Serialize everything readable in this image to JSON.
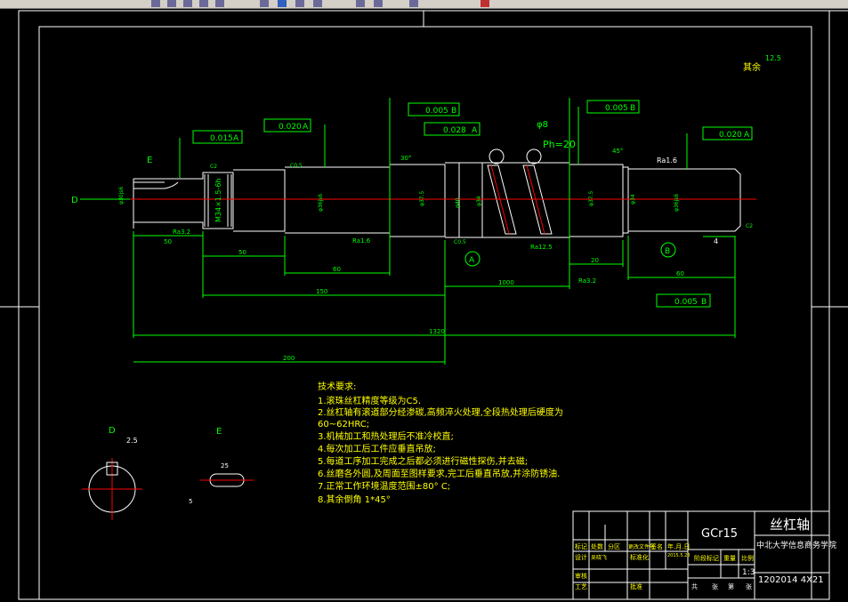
{
  "drawing": {
    "other_finish": "其余",
    "other_finish_value": "12.5",
    "tolerances": [
      {
        "id": "t1",
        "value": "0.015",
        "datum": "A"
      },
      {
        "id": "t2",
        "value": "0.020",
        "datum": "A"
      },
      {
        "id": "t3",
        "value": "0.005",
        "datum": "B"
      },
      {
        "id": "t4",
        "value": "0.028",
        "datum": "A"
      },
      {
        "id": "t5",
        "value": "0.005",
        "datum": "B"
      },
      {
        "id": "t6",
        "value": "0.020",
        "datum": "A"
      },
      {
        "id": "t7",
        "value": "0.005",
        "datum": "B"
      }
    ],
    "pitch": "Ph=20",
    "ball": "φ8",
    "labels": {
      "D_arrow": "D",
      "E_mark": "E",
      "datum_A": "A",
      "datum_B": "B",
      "Ra_right": "Ra1.6",
      "c2": "C2",
      "c05": "C0.5",
      "c05b": "C0.5",
      "c2b": "C2",
      "ra32": "Ra3.2",
      "ra16": "Ra1.6",
      "ra125": "Ra12.5",
      "ra32b": "Ra3.2",
      "dia1": "φ30js6",
      "dia2": "M34×1.5-6h",
      "dia3": "φ36js6",
      "dia4": "φ37.5",
      "dia5": "φ40",
      "dia6": "φ34",
      "dia7": "φ37.5",
      "dia8": "φ34",
      "dia9": "φ36js6",
      "ang1": "30°",
      "ang2": "45°"
    },
    "dims": {
      "d50a": "50",
      "d50b": "50",
      "d60a": "60",
      "d150": "150",
      "d1000": "1000",
      "d20": "20",
      "d60b": "60",
      "d4": "4",
      "d1320": "1320",
      "d200": "200"
    },
    "section_D": {
      "title": "D",
      "dim": "2.5"
    },
    "section_E": {
      "title": "E",
      "dim1": "25",
      "dim2": "5"
    }
  },
  "notes": {
    "heading": "技术要求:",
    "items": [
      "1.滚珠丝杠精度等级为C5.",
      "2.丝杠轴有滚道部分经渗碳,高频淬火处理,全段热处理后硬度为",
      "60~62HRC;",
      "3.机械加工和热处理后不准冷校直;",
      "4.每次加工后工件应垂直吊放;",
      "5.每道工序加工完成之后都必须进行磁性探伤,并去磁;",
      "6.丝磨各外圆,及周面至图样要求,完工后垂直吊放,并涂防锈油.",
      "7.正常工作环境温度范围±80° C;",
      "8.其余倒角 1*45°"
    ]
  },
  "title_block": {
    "material": "GCr15",
    "part_name": "丝杠轴",
    "school": "中北大学信息商务学院",
    "drawing_no": "1202014 4X21",
    "scale": "1:3",
    "cells": {
      "biaoji": "标记",
      "chushu": "处数",
      "fenqu": "分区",
      "gengai": "更改文件号",
      "qianming": "签名",
      "nianyueri": "年.月.日",
      "sheji": "设计",
      "sheji_name": "吴晓飞",
      "biaozhunhua": "标准化",
      "date": "2015.5.28",
      "jieduan": "阶段标记",
      "zhongliang": "重量",
      "bili": "比例",
      "shenhe": "审核",
      "gongyi": "工艺",
      "pizhun": "批准",
      "gong": "共",
      "zhang1": "张",
      "di": "第",
      "zhang2": "张"
    }
  }
}
